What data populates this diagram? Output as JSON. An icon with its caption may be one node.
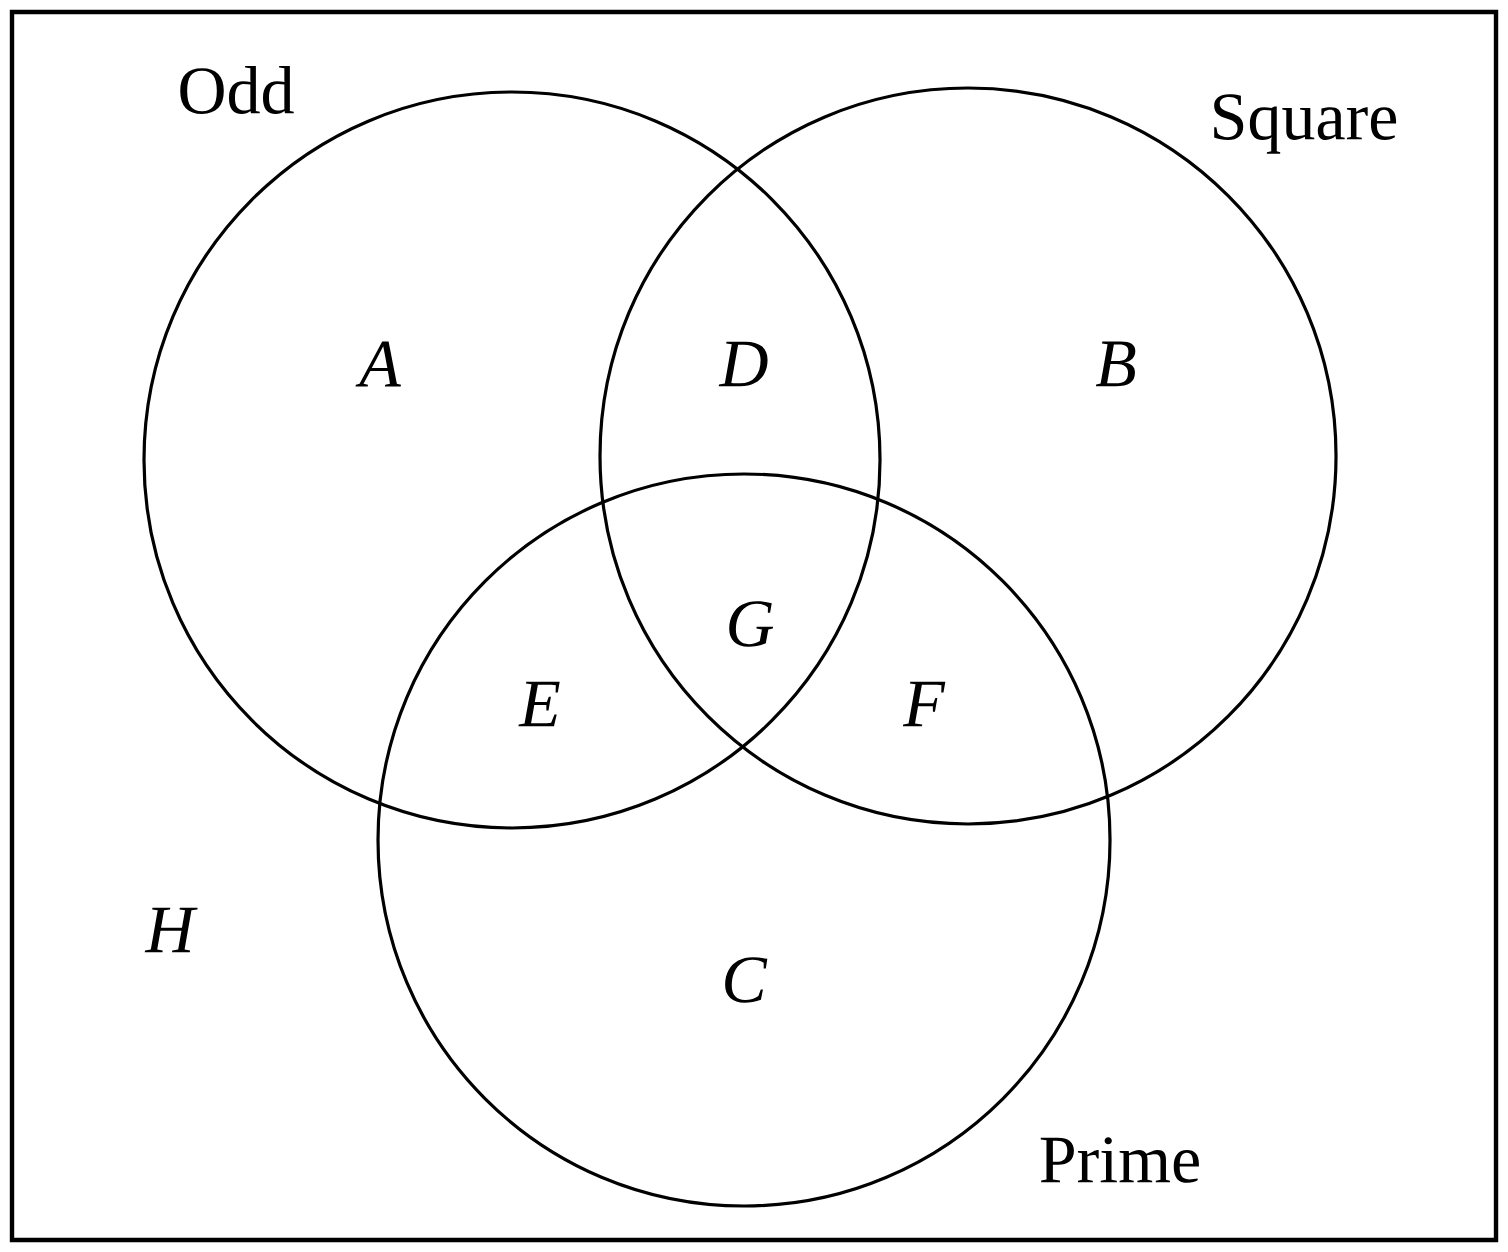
{
  "diagram": {
    "nodes": [
      {
        "text": [
          "Odd"
        ]
      },
      {
        "text": [
          "Square"
        ]
      },
      {
        "text": [
          "Prime"
        ]
      }
    ],
    "labels": [
      "A",
      "D",
      "B",
      "G",
      "E",
      "F",
      "H",
      "C"
    ]
  }
}
